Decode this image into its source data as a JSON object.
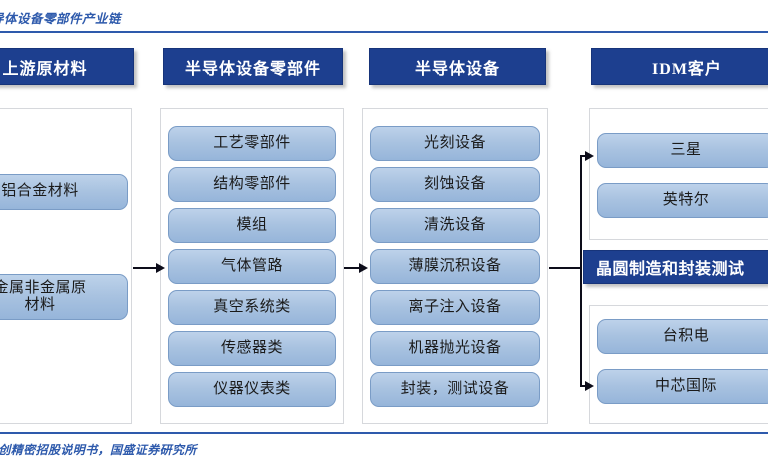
{
  "figure": {
    "title": "半导体设备零部件产业链",
    "source": "富创精密招股说明书，国盛证券研究所"
  },
  "columns": [
    {
      "id": "upstream-raw-materials",
      "header": "上游原材料",
      "items": [
        {
          "label": "铝合金材料"
        },
        {
          "label": "金属非金属原\n材料"
        }
      ]
    },
    {
      "id": "semiconductor-equipment-components",
      "header": "半导体设备零部件",
      "items": [
        {
          "label": "工艺零部件"
        },
        {
          "label": "结构零部件"
        },
        {
          "label": "模组"
        },
        {
          "label": "气体管路"
        },
        {
          "label": "真空系统类"
        },
        {
          "label": "传感器类"
        },
        {
          "label": "仪器仪表类"
        }
      ]
    },
    {
      "id": "semiconductor-equipment",
      "header": "半导体设备",
      "items": [
        {
          "label": "光刻设备"
        },
        {
          "label": "刻蚀设备"
        },
        {
          "label": "清洗设备"
        },
        {
          "label": "薄膜沉积设备"
        },
        {
          "label": "离子注入设备"
        },
        {
          "label": "机器抛光设备"
        },
        {
          "label": "封装，测试设备"
        }
      ]
    },
    {
      "id": "idm-customers",
      "header": "IDM客户",
      "emphasis_bar": "晶圆制造和封装测试",
      "items_top": [
        {
          "label": "三星"
        },
        {
          "label": "英特尔"
        }
      ],
      "items_bottom": [
        {
          "label": "台积电"
        },
        {
          "label": "中芯国际"
        }
      ]
    }
  ],
  "colors": {
    "header_navy": "#1D3F8F",
    "pill_blue": "#A8C2E0",
    "pill_border": "#7A9CC6",
    "title_blue": "#2E5AAC",
    "connector": "#0D0D1A"
  }
}
